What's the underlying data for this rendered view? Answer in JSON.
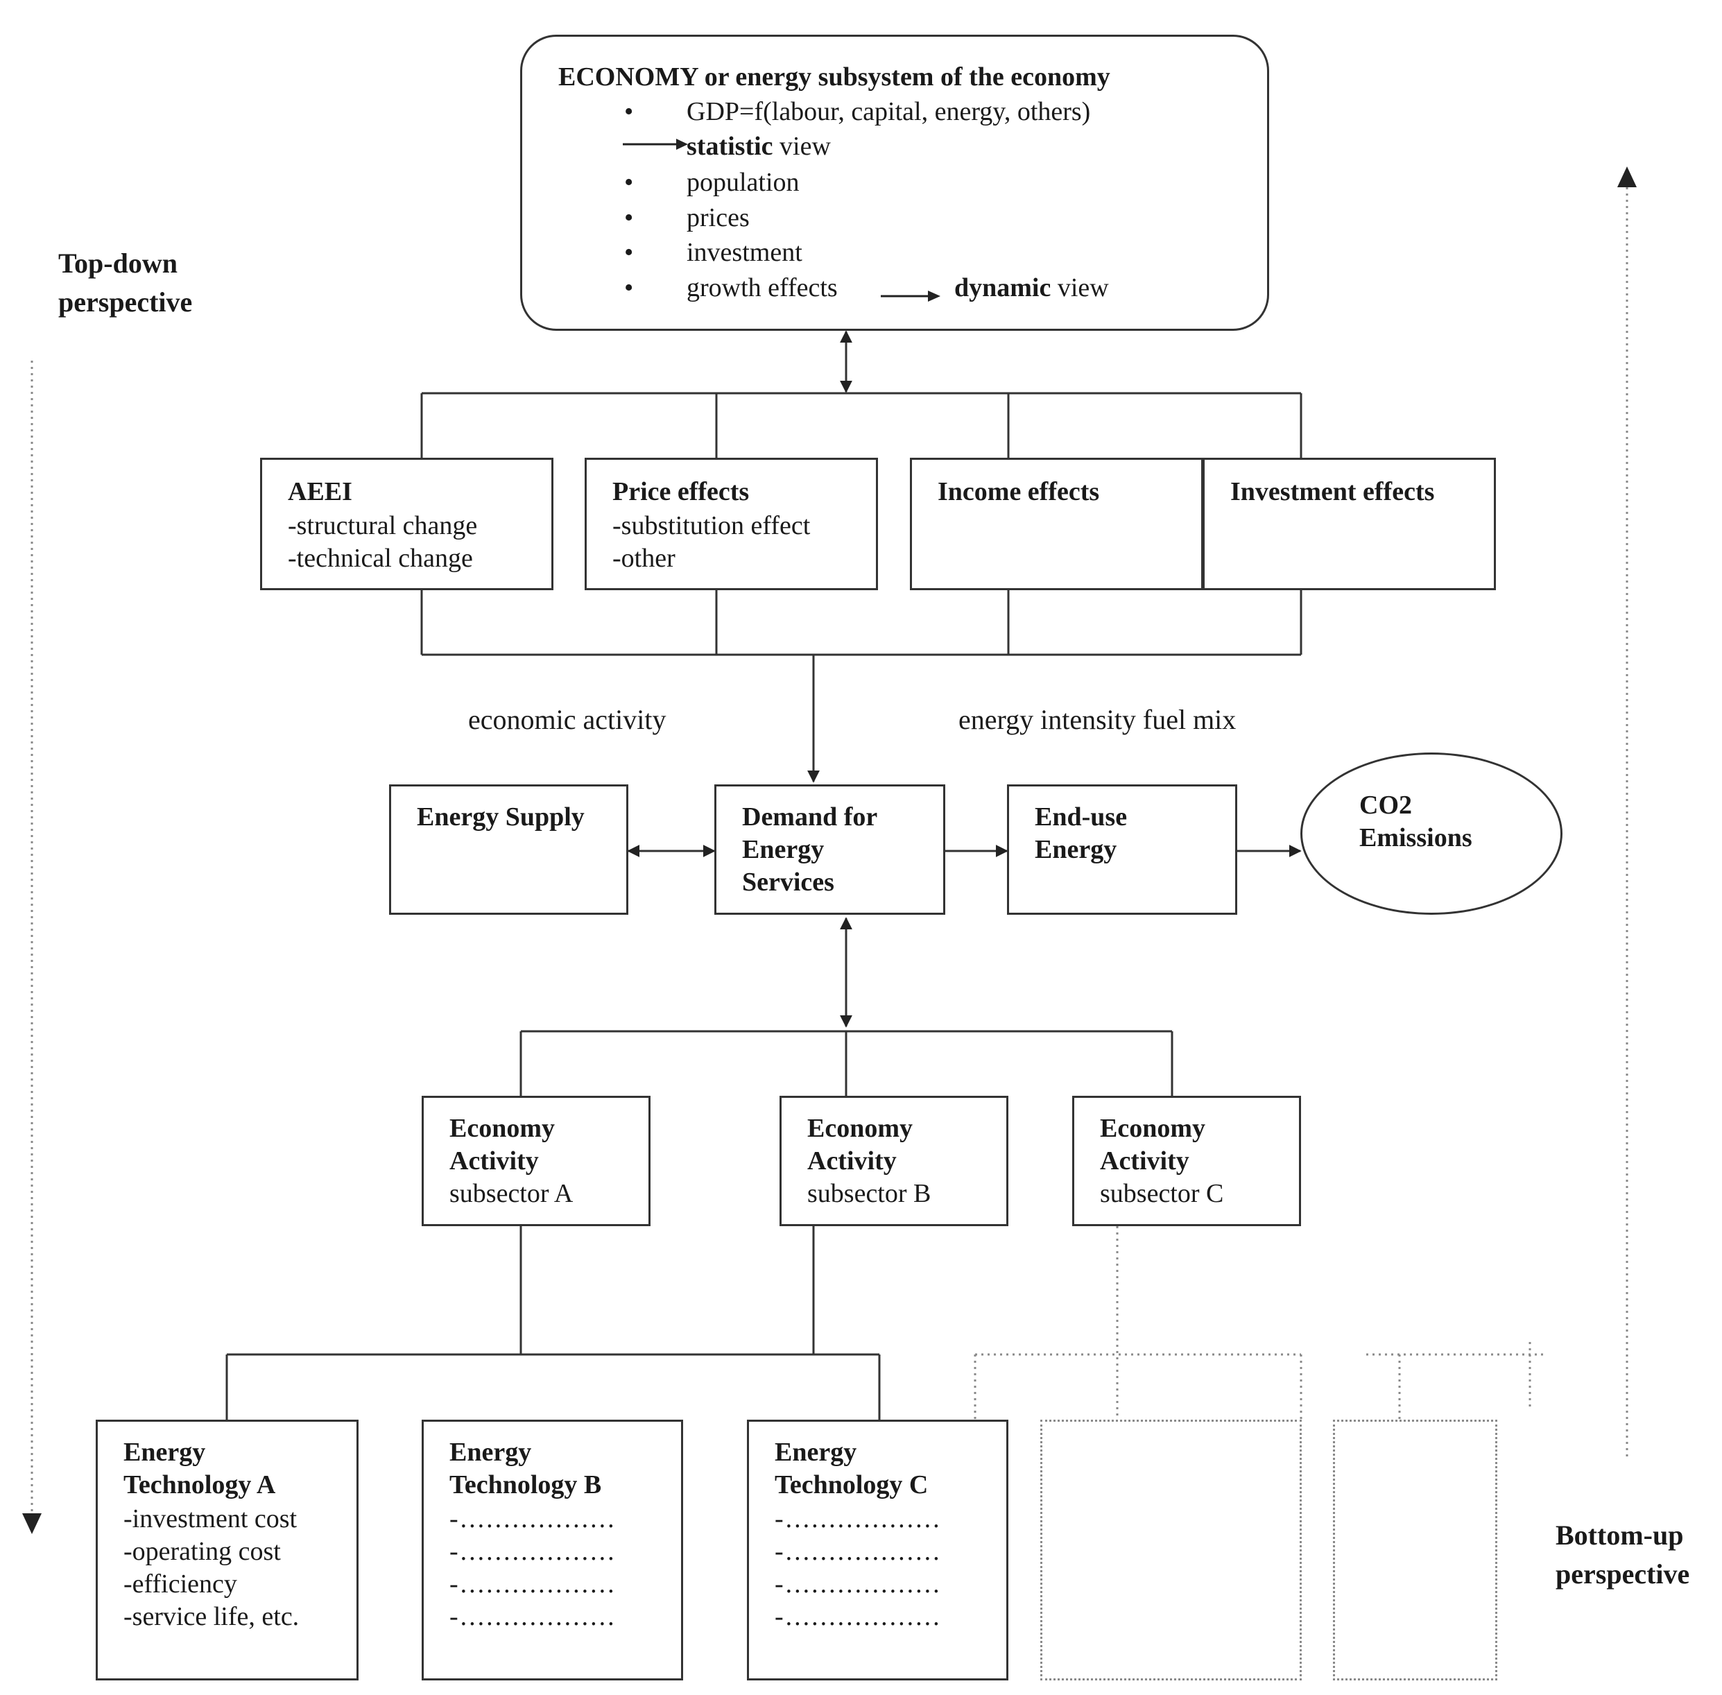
{
  "economy": {
    "title": "ECONOMY or energy subsystem of the economy",
    "items": [
      "GDP=f(labour, capital, energy, others)",
      "population",
      "prices",
      "investment",
      "growth effects"
    ],
    "statistic_bold": "statistic",
    "statistic_rest": " view",
    "dynamic_bold": "dynamic",
    "dynamic_rest": " view"
  },
  "perspectives": {
    "top_down": "Top-down\nperspective",
    "bottom_up": "Bottom-up\nperspective"
  },
  "effects": [
    {
      "title": "AEEI",
      "lines": "-structural change\n-technical change"
    },
    {
      "title": "Price effects",
      "lines": "-substitution effect\n-other"
    },
    {
      "title": "Income effects",
      "lines": ""
    },
    {
      "title": "Investment effects",
      "lines": ""
    }
  ],
  "labels": {
    "economic_activity": "economic activity",
    "energy_intensity": "energy intensity fuel mix"
  },
  "middle": {
    "energy_supply": "Energy Supply",
    "demand": "Demand for\nEnergy\nServices",
    "end_use": "End-use\nEnergy",
    "co2": "CO2\nEmissions"
  },
  "subsectors": [
    {
      "title": "Economy\nActivity",
      "sub": "subsector A"
    },
    {
      "title": "Economy\nActivity",
      "sub": "subsector B"
    },
    {
      "title": "Economy\nActivity",
      "sub": "subsector C"
    }
  ],
  "technologies": [
    {
      "title": "Energy\nTechnology A",
      "lines": "-investment cost\n-operating cost\n-efficiency\n-service life, etc."
    },
    {
      "title": "Energy\nTechnology B",
      "lines": "-..................\n-..................\n-..................\n-.................."
    },
    {
      "title": "Energy\nTechnology C",
      "lines": "-..................\n-..................\n-..................\n-.................."
    }
  ]
}
